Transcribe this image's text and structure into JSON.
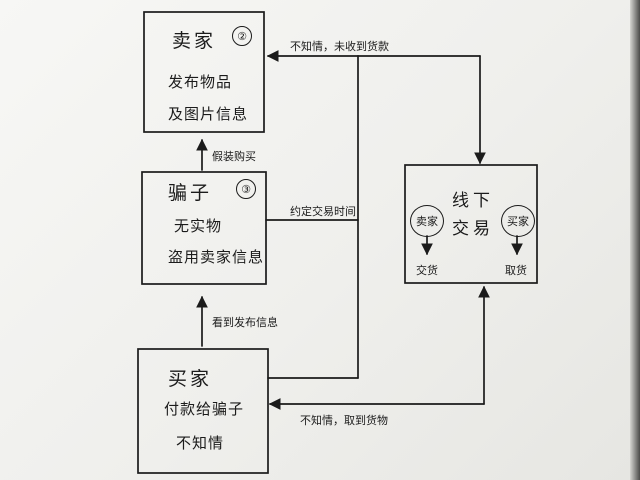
{
  "seller": {
    "title": "卖家",
    "badge": "②",
    "line1": "发布物品",
    "line2": "及图片信息"
  },
  "platform": {
    "title": "骗子",
    "badge": "③",
    "line1": "无实物",
    "line2": "盗用卖家信息"
  },
  "buyer": {
    "title": "买家",
    "line1": "付款给骗子",
    "line2": "不知情"
  },
  "offline": {
    "title_line1": "线下",
    "title_line2": "交易",
    "seller_circle": "卖家",
    "seller_action": "交货",
    "buyer_circle": "买家",
    "buyer_action": "取货"
  },
  "labels": {
    "top_arrow": "不知情，未收到货款",
    "pretend_buy": "假装购买",
    "arrange_trade": "约定交易时间",
    "see_post": "看到发布信息",
    "bottom_arrow": "不知情，取到货物"
  }
}
